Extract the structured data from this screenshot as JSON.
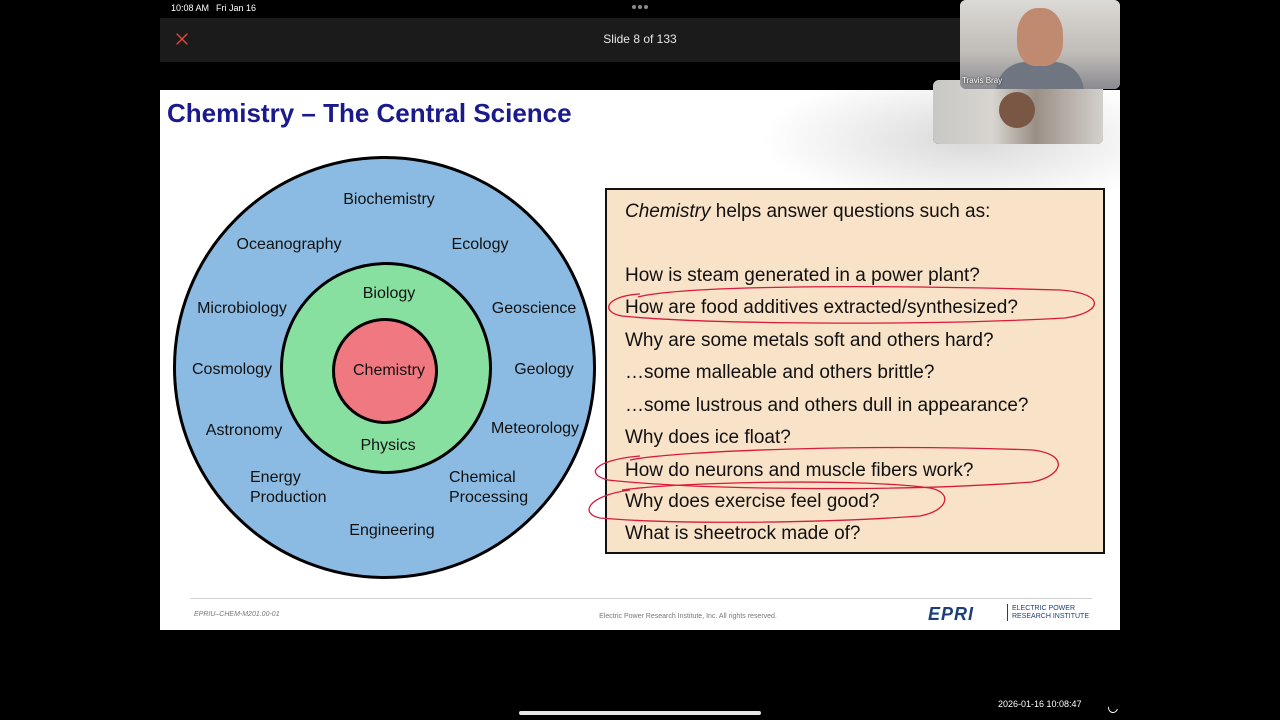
{
  "status_bar": {
    "time": "10:08 AM",
    "date": "Fri Jan 16"
  },
  "toolbar": {
    "slide_counter": "Slide 8 of 133"
  },
  "slide": {
    "title": "Chemistry – The Central Science",
    "diagram": {
      "center": "Chemistry",
      "middle_ring": [
        "Biology",
        "Physics"
      ],
      "outer_ring": [
        "Biochemistry",
        "Oceanography",
        "Ecology",
        "Microbiology",
        "Geoscience",
        "Cosmology",
        "Geology",
        "Astronomy",
        "Meteorology",
        "Energy",
        "Production",
        "Chemical",
        "Processing",
        "Engineering"
      ]
    },
    "questions": {
      "intro_italic": "Chemistry",
      "intro_rest": " helps answer questions such as:",
      "items": [
        "How is steam generated in a power plant?",
        "How are food additives extracted/synthesized?",
        "Why are some metals soft and others hard?",
        "…some malleable and others brittle?",
        "…some lustrous and others dull in appearance?",
        "Why does ice float?",
        "How do neurons and muscle fibers work?",
        "Why does exercise feel good?",
        "What is sheetrock made of?"
      ]
    },
    "footer": {
      "doc_id": "EPRIU–CHEM-M201.00-01",
      "copyright": "Electric Power Research Institute, Inc. All rights reserved.",
      "logo_mark": "EPRI",
      "logo_line1": "ELECTRIC POWER",
      "logo_line2": "RESEARCH INSTITUTE"
    },
    "annotation_color": "#d81b3c"
  },
  "video": {
    "participant_name": "Travis Bray"
  },
  "recording": {
    "timestamp": "2026-01-16  10:08:47"
  },
  "colors": {
    "title": "#1a1a8c",
    "outer_ring": "#8bbbe2",
    "middle_ring": "#88e0a0",
    "center": "#f07880",
    "box": "#f8e2c8"
  }
}
